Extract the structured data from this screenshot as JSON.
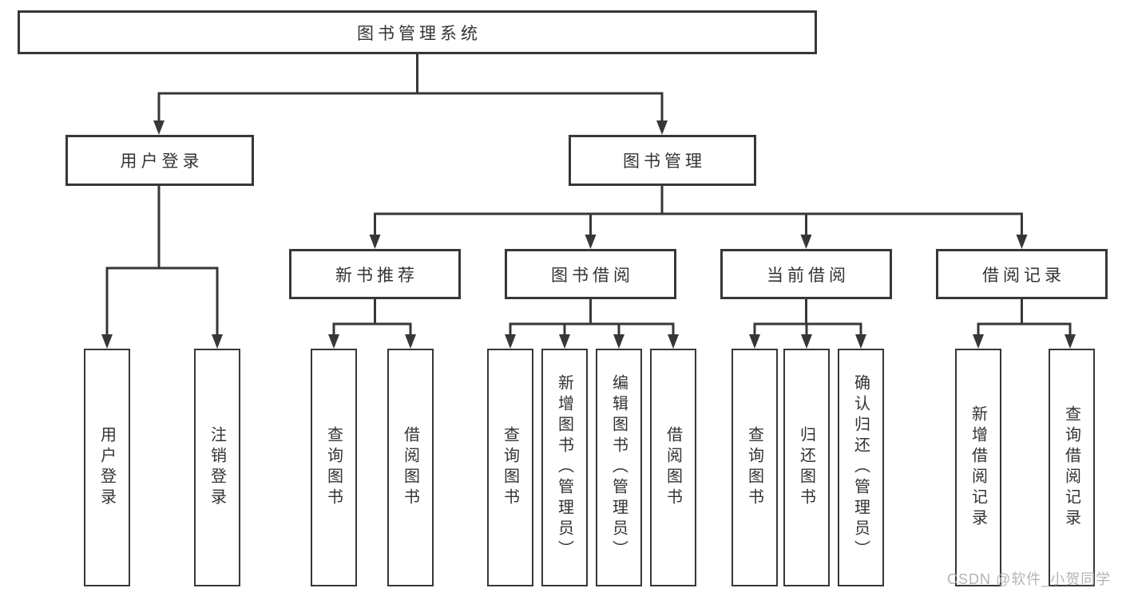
{
  "diagram": {
    "root": {
      "label": "图书管理系统"
    },
    "level2": [
      {
        "label": "用户登录",
        "children": [
          "用户登录",
          "注销登录"
        ]
      },
      {
        "label": "图书管理"
      }
    ],
    "level3": [
      {
        "label": "新书推荐",
        "children": [
          "查询图书",
          "借阅图书"
        ]
      },
      {
        "label": "图书借阅",
        "children": [
          "查询图书",
          "新增图书（管理员）",
          "编辑图书（管理员）",
          "借阅图书"
        ]
      },
      {
        "label": "当前借阅",
        "children": [
          "查询图书",
          "归还图书",
          "确认归还（管理员）"
        ]
      },
      {
        "label": "借阅记录",
        "children": [
          "新增借阅记录",
          "查询借阅记录"
        ]
      }
    ]
  },
  "watermark": "CSDN @软件_小贺同学",
  "colors": {
    "line": "#373737",
    "box_border": "#373737",
    "text": "#333333",
    "watermark": "#b4b4b4",
    "background": "#ffffff"
  }
}
